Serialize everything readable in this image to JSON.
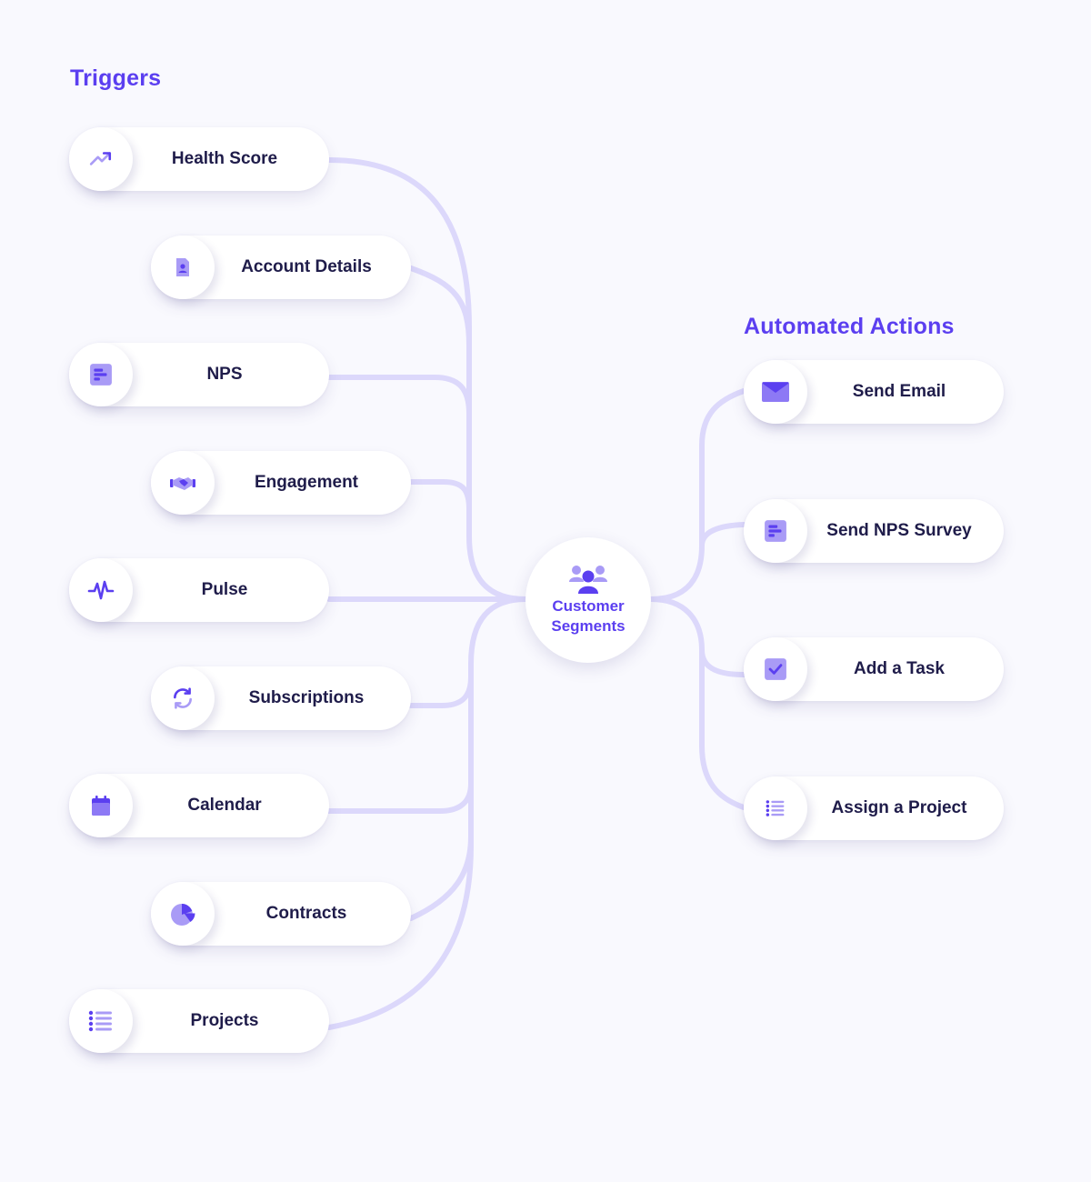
{
  "triggers": {
    "heading": "Triggers",
    "items": [
      {
        "label": "Health Score",
        "icon": "trending-up-icon"
      },
      {
        "label": "Account Details",
        "icon": "contact-document-icon"
      },
      {
        "label": "NPS",
        "icon": "nps-bars-icon"
      },
      {
        "label": "Engagement",
        "icon": "handshake-icon"
      },
      {
        "label": "Pulse",
        "icon": "pulse-icon"
      },
      {
        "label": "Subscriptions",
        "icon": "refresh-icon"
      },
      {
        "label": "Calendar",
        "icon": "calendar-icon"
      },
      {
        "label": "Contracts",
        "icon": "pie-chart-icon"
      },
      {
        "label": "Projects",
        "icon": "list-icon"
      }
    ]
  },
  "hub": {
    "label_line1": "Customer",
    "label_line2": "Segments",
    "icon": "users-group-icon"
  },
  "actions": {
    "heading": "Automated Actions",
    "items": [
      {
        "label": "Send Email",
        "icon": "envelope-icon"
      },
      {
        "label": "Send NPS Survey",
        "icon": "nps-bars-icon"
      },
      {
        "label": "Add a Task",
        "icon": "checkbox-icon"
      },
      {
        "label": "Assign a Project",
        "icon": "list-icon"
      }
    ]
  },
  "colors": {
    "accent": "#5b3ff0",
    "accent_light": "#a99bf6",
    "connector": "#dcd8fb",
    "text": "#1f1c4a",
    "background": "#f9f9fe"
  }
}
